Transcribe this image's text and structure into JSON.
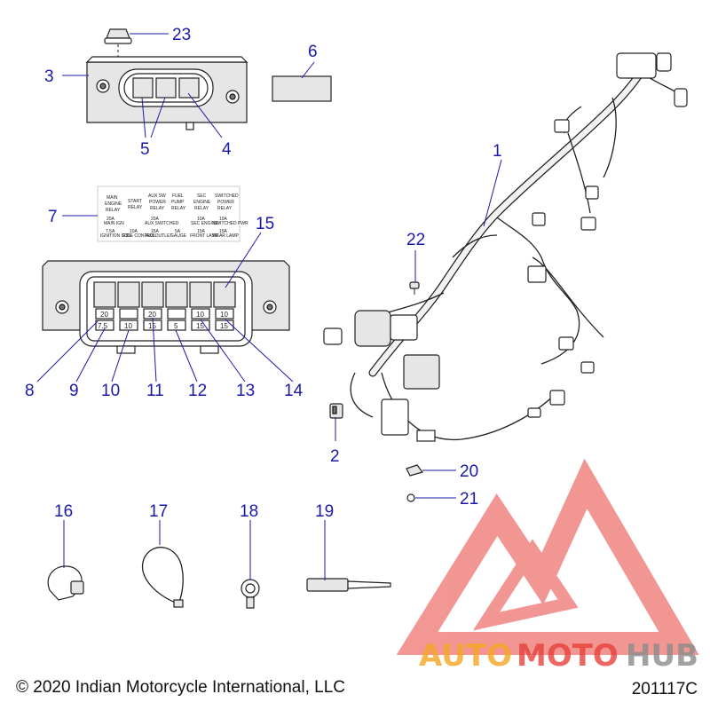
{
  "callouts": [
    "1",
    "2",
    "3",
    "4",
    "5",
    "6",
    "7",
    "8",
    "9",
    "10",
    "11",
    "12",
    "13",
    "14",
    "15",
    "16",
    "17",
    "18",
    "19",
    "20",
    "21",
    "22",
    "23"
  ],
  "relay_label": {
    "headers": [
      [
        "MAIN",
        "ENGINE",
        "RELAY"
      ],
      [
        "START",
        "RELAY"
      ],
      [
        "AUX SW",
        "POWER",
        "RELAY"
      ],
      [
        "FUEL",
        "PUMP",
        "RELAY"
      ],
      [
        "SEC",
        "ENGINE",
        "RELAY"
      ],
      [
        "SWITCHED",
        "POWER",
        "RELAY"
      ]
    ],
    "row1": [
      [
        "20A",
        "MAIN IGN"
      ],
      [
        "20A",
        "AUX SWITCHED"
      ],
      [
        "10A",
        "SEC ENGINE"
      ],
      [
        "10A",
        "SWITCHED PWR"
      ]
    ],
    "row2": [
      [
        "7.5A",
        "IGNITION COIL"
      ],
      [
        "10A",
        "RIDE CONTROL"
      ],
      [
        "15A",
        "AUX OUTLET"
      ],
      [
        "5A",
        "GAUGE"
      ],
      [
        "15A",
        "FRONT LAMP"
      ],
      [
        "15A",
        "REAR LAMP"
      ]
    ]
  },
  "fuse_values_top": [
    "20",
    "",
    "20",
    "",
    "10",
    "10"
  ],
  "fuse_values_bottom": [
    "7.5",
    "10",
    "15",
    "5",
    "15",
    "15"
  ],
  "watermark": {
    "part1": "AUTO",
    "part2": "MOTO",
    "part3": "HUB",
    "color_red": "#e8413c",
    "color_orange": "#f5a623",
    "color_gray": "#8c8c8c"
  },
  "footer": {
    "copyright": "© 2020 Indian Motorcycle International, LLC",
    "drawing_number": "201117C"
  },
  "colors": {
    "callout": "#1a1aa8"
  }
}
